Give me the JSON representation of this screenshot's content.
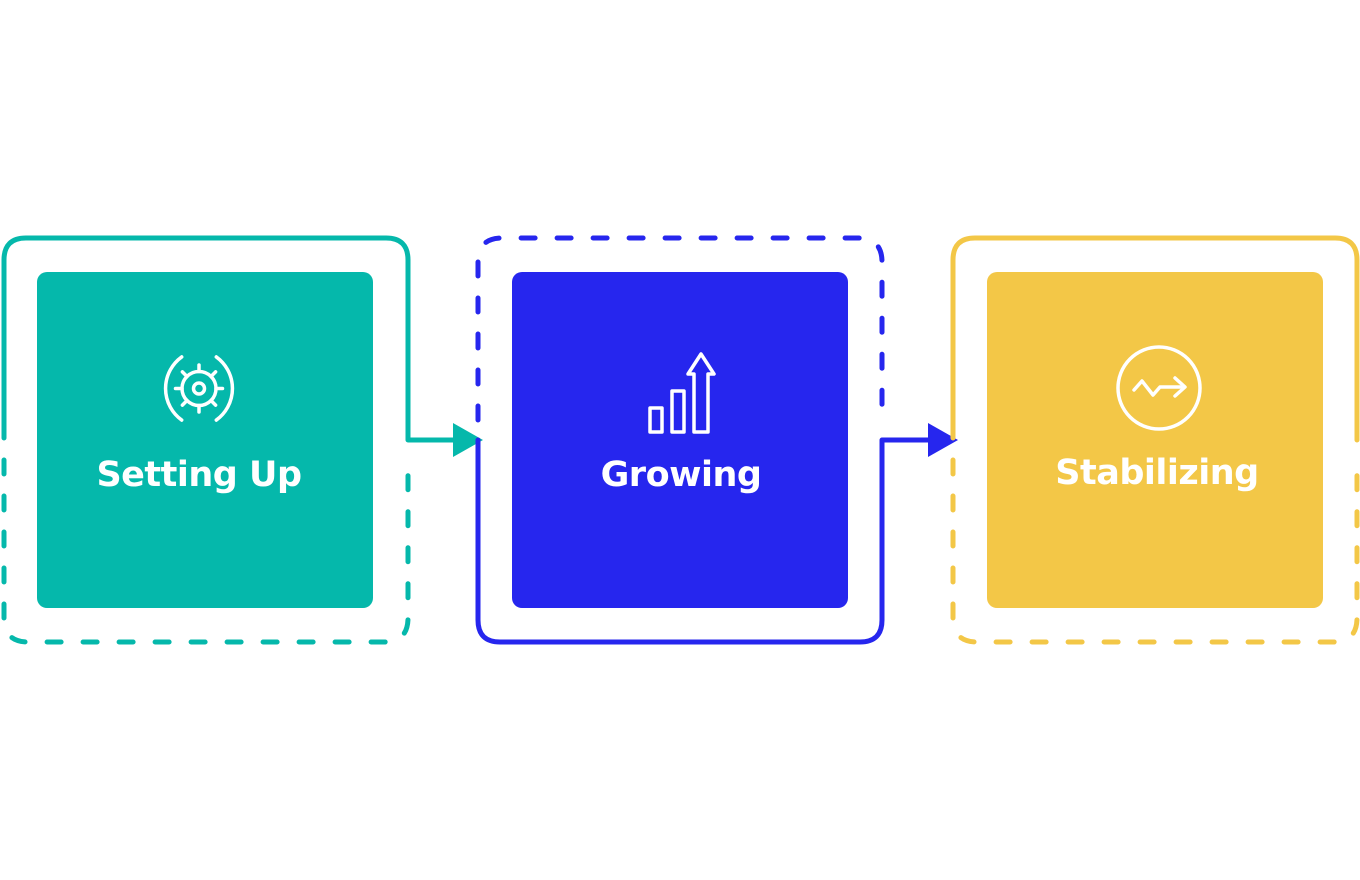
{
  "colors": {
    "teal": "#05B8AB",
    "blue": "#2626EE",
    "yellow": "#F3C747",
    "icon": "#FFFFFF",
    "background": "#FFFFFF"
  },
  "stages": [
    {
      "label": "Setting Up",
      "icon": "gear-icon",
      "color": "teal"
    },
    {
      "label": "Growing",
      "icon": "growth-arrow-chart-icon",
      "color": "blue"
    },
    {
      "label": "Stabilizing",
      "icon": "circle-trend-arrow-icon",
      "color": "yellow"
    }
  ]
}
